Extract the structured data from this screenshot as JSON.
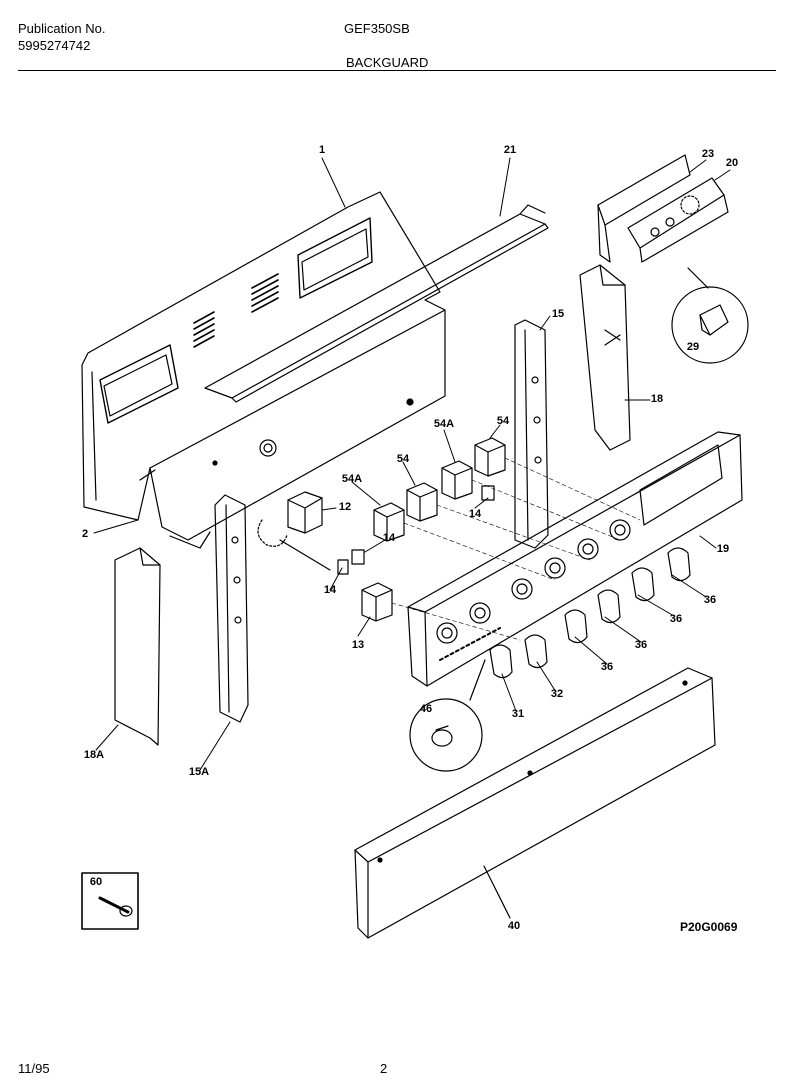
{
  "header": {
    "publication_label": "Publication No.",
    "publication_number": "5995274742",
    "model": "GEF350SB",
    "section": "BACKGUARD"
  },
  "diagram_code": "P20G0069",
  "footer": {
    "date": "11/95",
    "page": "2"
  },
  "callouts": [
    {
      "id": "1",
      "text": "1"
    },
    {
      "id": "21",
      "text": "21"
    },
    {
      "id": "23",
      "text": "23"
    },
    {
      "id": "20",
      "text": "20"
    },
    {
      "id": "15",
      "text": "15"
    },
    {
      "id": "29",
      "text": "29"
    },
    {
      "id": "18",
      "text": "18"
    },
    {
      "id": "54a-right",
      "text": "54A"
    },
    {
      "id": "54-right",
      "text": "54"
    },
    {
      "id": "54",
      "text": "54"
    },
    {
      "id": "54a-left",
      "text": "54A"
    },
    {
      "id": "12",
      "text": "12"
    },
    {
      "id": "14-right",
      "text": "14"
    },
    {
      "id": "14-mid",
      "text": "14"
    },
    {
      "id": "14-left",
      "text": "14"
    },
    {
      "id": "2",
      "text": "2"
    },
    {
      "id": "19",
      "text": "19"
    },
    {
      "id": "36-a",
      "text": "36"
    },
    {
      "id": "36-b",
      "text": "36"
    },
    {
      "id": "36-c",
      "text": "36"
    },
    {
      "id": "36-d",
      "text": "36"
    },
    {
      "id": "13",
      "text": "13"
    },
    {
      "id": "32",
      "text": "32"
    },
    {
      "id": "31",
      "text": "31"
    },
    {
      "id": "46",
      "text": "46"
    },
    {
      "id": "18a",
      "text": "18A"
    },
    {
      "id": "15a",
      "text": "15A"
    },
    {
      "id": "60",
      "text": "60"
    },
    {
      "id": "40",
      "text": "40"
    }
  ]
}
